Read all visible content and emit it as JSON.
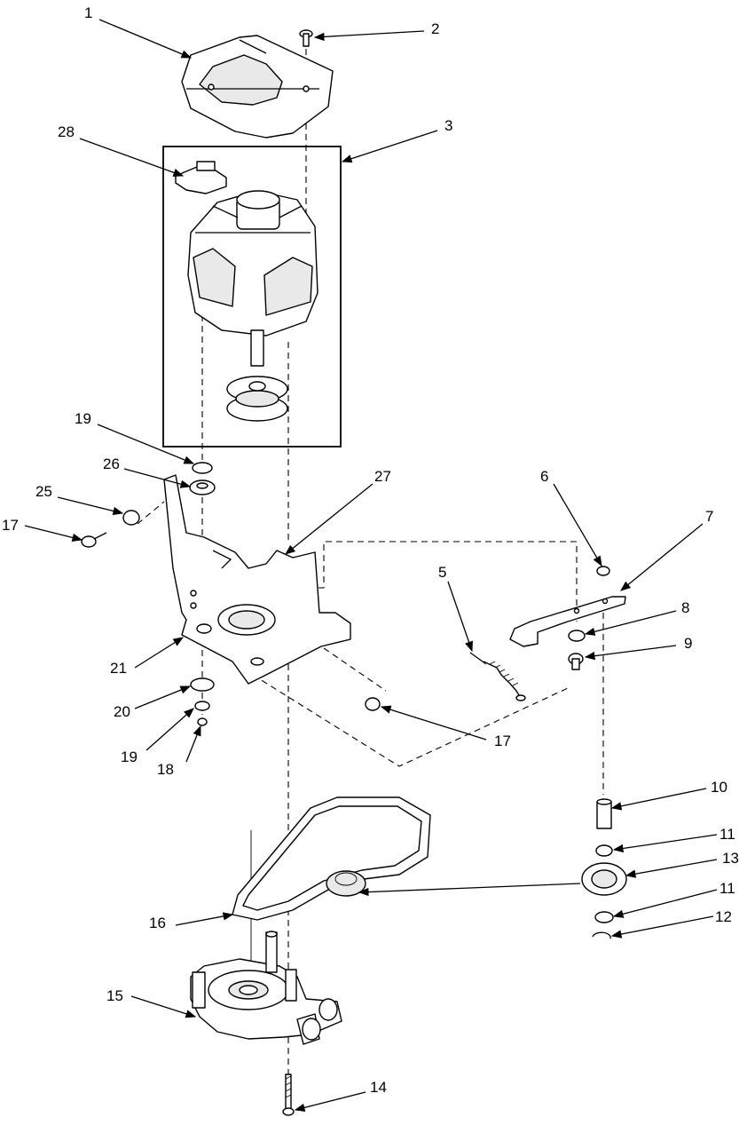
{
  "diagram": {
    "callouts": [
      {
        "id": "c1",
        "label": "1"
      },
      {
        "id": "c2",
        "label": "2"
      },
      {
        "id": "c3",
        "label": "3"
      },
      {
        "id": "c28",
        "label": "28"
      },
      {
        "id": "c19a",
        "label": "19"
      },
      {
        "id": "c26",
        "label": "26"
      },
      {
        "id": "c25",
        "label": "25"
      },
      {
        "id": "c17a",
        "label": "17"
      },
      {
        "id": "c27",
        "label": "27"
      },
      {
        "id": "c6",
        "label": "6"
      },
      {
        "id": "c7",
        "label": "7"
      },
      {
        "id": "c5",
        "label": "5"
      },
      {
        "id": "c8",
        "label": "8"
      },
      {
        "id": "c9",
        "label": "9"
      },
      {
        "id": "c21",
        "label": "21"
      },
      {
        "id": "c20",
        "label": "20"
      },
      {
        "id": "c19b",
        "label": "19"
      },
      {
        "id": "c18",
        "label": "18"
      },
      {
        "id": "c17b",
        "label": "17"
      },
      {
        "id": "c10",
        "label": "10"
      },
      {
        "id": "c11a",
        "label": "11"
      },
      {
        "id": "c13",
        "label": "13"
      },
      {
        "id": "c11b",
        "label": "11"
      },
      {
        "id": "c12",
        "label": "12"
      },
      {
        "id": "c16",
        "label": "16"
      },
      {
        "id": "c15",
        "label": "15"
      },
      {
        "id": "c14",
        "label": "14"
      }
    ]
  }
}
